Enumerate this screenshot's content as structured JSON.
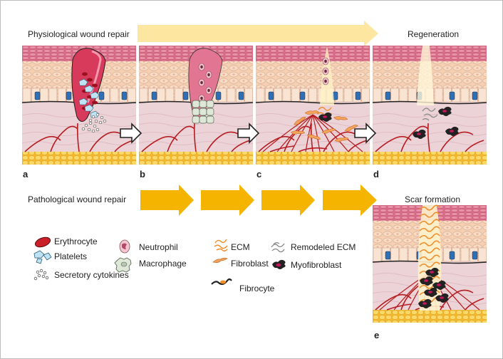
{
  "labels": {
    "physiological": "Physiological wound repair",
    "pathological": "Pathological wound repair",
    "regeneration": "Regeneration",
    "scar": "Scar formation"
  },
  "panel_letters": [
    "a",
    "b",
    "c",
    "d",
    "e"
  ],
  "legend": {
    "erythrocyte": "Erythrocyte",
    "platelets": "Platelets",
    "cytokines": "Secretory cytokines",
    "neutrophil": "Neutrophil",
    "macrophage": "Macrophage",
    "ecm": "ECM",
    "fibroblast": "Fibroblast",
    "fibrocyte": "Fibrocyte",
    "remodeled_ecm": "Remodeled ECM",
    "myofibroblast": "Myofibroblast"
  },
  "colors": {
    "epidermis": "#f3c9a6",
    "dermis": "#ecd3d8",
    "fat": "#f6c64a",
    "vessel": "#b51d20",
    "clot": "#d83a5b",
    "light_arrow": "#fde7a0",
    "dark_arrow": "#f5b400",
    "ecm": "#f28c28",
    "keratinocyte_nucleus": "#2f6fb5"
  }
}
